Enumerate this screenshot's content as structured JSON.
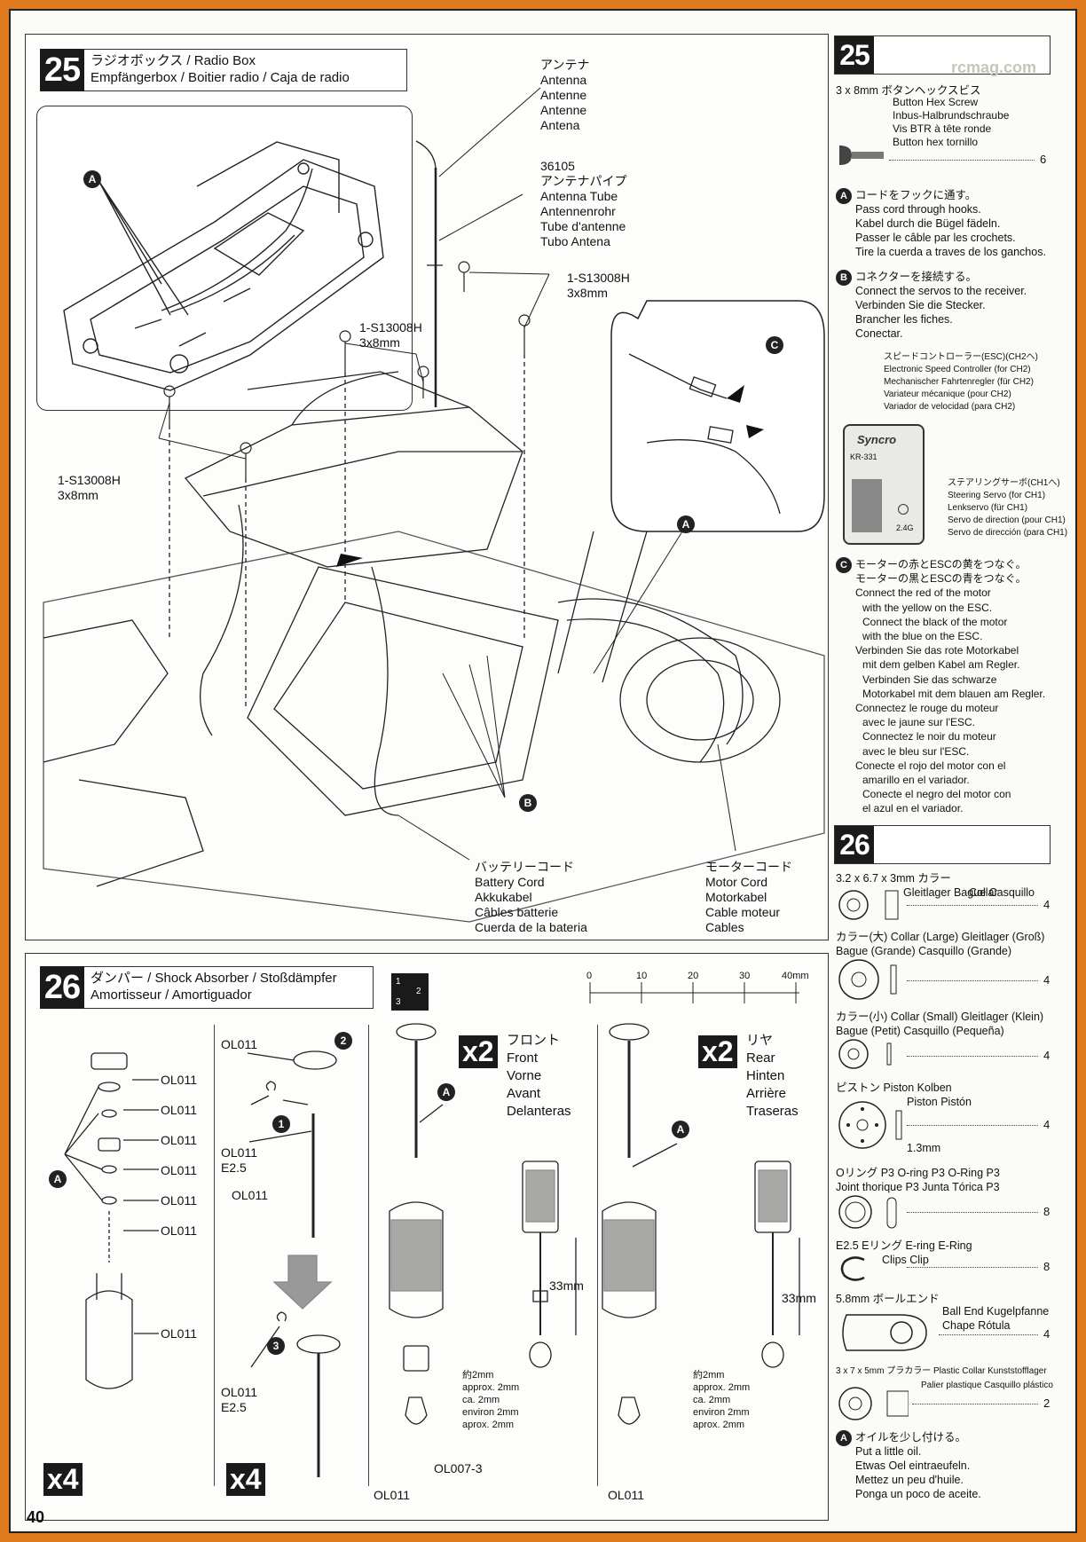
{
  "page_number": "40",
  "watermark": "rcmag.com",
  "step25": {
    "number": "25",
    "title_line1": "ラジオボックス / Radio Box",
    "title_line2": "Empfängerbox / Boitier radio / Caja de radio",
    "antenna": [
      "アンテナ",
      "Antenna",
      "Antenne",
      "Antenne",
      "Antena"
    ],
    "antenna_tube": [
      "36105",
      "アンテナパイプ",
      "Antenna Tube",
      "Antennenrohr",
      "Tube d'antenne",
      "Tubo Antena"
    ],
    "screw_label_1": [
      "1-S13008H",
      "3x8mm"
    ],
    "screw_label_2": [
      "1-S13008H",
      "3x8mm"
    ],
    "screw_label_3": [
      "1-S13008H",
      "3x8mm"
    ],
    "battery_cord": [
      "バッテリーコード",
      "Battery Cord",
      "Akkukabel",
      "Câbles batterie",
      "Cuerda de la bateria"
    ],
    "motor_cord": [
      "モーターコード",
      "Motor Cord",
      "Motorkabel",
      "Cable moteur",
      "Cables"
    ],
    "callouts": [
      "A",
      "B",
      "C"
    ]
  },
  "step26": {
    "number": "26",
    "title_line1": "ダンパー / Shock Absorber / Stoßdämpfer",
    "title_line2": "Amortisseur / Amortiguador",
    "ruler": [
      "0",
      "10",
      "20",
      "30",
      "40mm"
    ],
    "parts_left": [
      "OL011",
      "OL011",
      "OL011",
      "OL011",
      "OL011",
      "OL011",
      "OL011"
    ],
    "mid_labels": {
      "top": "OL011",
      "eclip1": "OL011",
      "eclip1_size": "E2.5",
      "shaft": "OL011",
      "eclip2": "OL011",
      "eclip2_size": "E2.5"
    },
    "front": {
      "multiplier": "x2",
      "lines": [
        "フロント",
        "Front",
        "Vorne",
        "Avant",
        "Delanteras"
      ],
      "length": "33mm",
      "gap": [
        "約2mm",
        "approx. 2mm",
        "ca. 2mm",
        "environ 2mm",
        "aprox. 2mm"
      ],
      "bottom1": "OL011",
      "bottom2": "OL007-3"
    },
    "rear": {
      "multiplier": "x2",
      "lines": [
        "リヤ",
        "Rear",
        "Hinten",
        "Arrière",
        "Traseras"
      ],
      "length": "33mm",
      "gap": [
        "約2mm",
        "approx. 2mm",
        "ca. 2mm",
        "environ 2mm",
        "aprox. 2mm"
      ],
      "bottom": "OL011"
    },
    "x4_left": "x4",
    "x4_mid": "x4",
    "order_icon": [
      "1",
      "2",
      "3"
    ]
  },
  "side25": {
    "number": "25",
    "screw": {
      "size": "3 x 8mm",
      "jp": "ボタンヘックスビス",
      "names": [
        "Button Hex Screw",
        "Inbus-Halbrundschraube",
        "Vis BTR à tête ronde",
        "Button hex tornillo"
      ],
      "qty": "6"
    },
    "noteA": {
      "jp": "コードをフックに通す。",
      "lines": [
        "Pass cord through hooks.",
        "Kabel durch die Bügel fädeln.",
        "Passer le câble par les crochets.",
        "Tire la cuerda a traves de los ganchos."
      ]
    },
    "noteB": {
      "jp": "コネクターを接続する。",
      "lines": [
        "Connect the servos to the receiver.",
        "Verbinden Sie die Stecker.",
        "Brancher les fiches.",
        "Conectar."
      ],
      "esc": [
        "スピードコントローラー(ESC)(CH2へ)",
        "Electronic Speed Controller (for CH2)",
        "Mechanischer Fahrtenregler (für CH2)",
        "Variateur mécanique (pour CH2)",
        "Variador de velocidad (para CH2)"
      ],
      "servo": [
        "ステアリングサーボ(CH1へ)",
        "Steering Servo (for CH1)",
        "Lenkservo (für CH1)",
        "Servo de direction (pour CH1)",
        "Servo de dirección (para CH1)"
      ],
      "receiver": {
        "brand": "Syncro",
        "model": "KR-331",
        "freq": "2.4G"
      }
    },
    "noteC": {
      "jp1": "モーターの赤とESCの黄をつなぐ。",
      "jp2": "モーターの黒とESCの青をつなぐ。",
      "lines": [
        "Connect the red of the motor",
        "with the yellow on the ESC.",
        "Connect the black of the motor",
        "with the blue on the ESC.",
        "Verbinden Sie das rote Motorkabel",
        "mit dem gelben Kabel am Regler.",
        "Verbinden Sie das schwarze",
        "Motorkabel mit dem blauen am Regler.",
        "Connectez le rouge du moteur",
        "avec le jaune sur l'ESC.",
        "Connectez le noir du moteur",
        "avec le bleu sur l'ESC.",
        "Conecte el rojo del motor con el",
        "amarillo en el variador.",
        "Conecte el negro del motor con",
        "el azul en el variador."
      ]
    }
  },
  "side26": {
    "number": "26",
    "parts": [
      {
        "lines": [
          "3.2 x 6.7 x 3mm カラー",
          "Collar",
          "Gleitlager  Bague  Casquillo"
        ],
        "qty": "4"
      },
      {
        "lines": [
          "カラー(大)  Collar (Large)  Gleitlager (Groß)",
          "Bague (Grande)  Casquillo (Grande)"
        ],
        "qty": "4"
      },
      {
        "lines": [
          "カラー(小)  Collar (Small)  Gleitlager (Klein)",
          "Bague (Petit)  Casquillo (Pequeña)"
        ],
        "qty": "4"
      },
      {
        "lines": [
          "ピストン  Piston  Kolben",
          "Piston  Pistón"
        ],
        "size": "1.3mm",
        "qty": "4"
      },
      {
        "lines": [
          "Oリング P3  O-ring P3  O-Ring P3",
          "Joint thorique P3  Junta Tórica P3"
        ],
        "qty": "8"
      },
      {
        "lines": [
          "E2.5  Eリング  E-ring  E-Ring",
          "Clips  Clip"
        ],
        "qty": "8"
      },
      {
        "lines": [
          "5.8mm ボールエンド",
          "Ball End  Kugelpfanne",
          "Chape  Rótula"
        ],
        "qty": "4"
      },
      {
        "lines": [
          "3 x 7 x 5mm プラカラー  Plastic Collar  Kunststofflager",
          "Palier plastique  Casquillo plástico"
        ],
        "qty": "2"
      }
    ],
    "noteA": {
      "jp": "オイルを少し付ける。",
      "lines": [
        "Put a little oil.",
        "Etwas Oel eintraeufeln.",
        "Mettez un peu d'huile.",
        "Ponga un poco de aceite."
      ]
    }
  }
}
